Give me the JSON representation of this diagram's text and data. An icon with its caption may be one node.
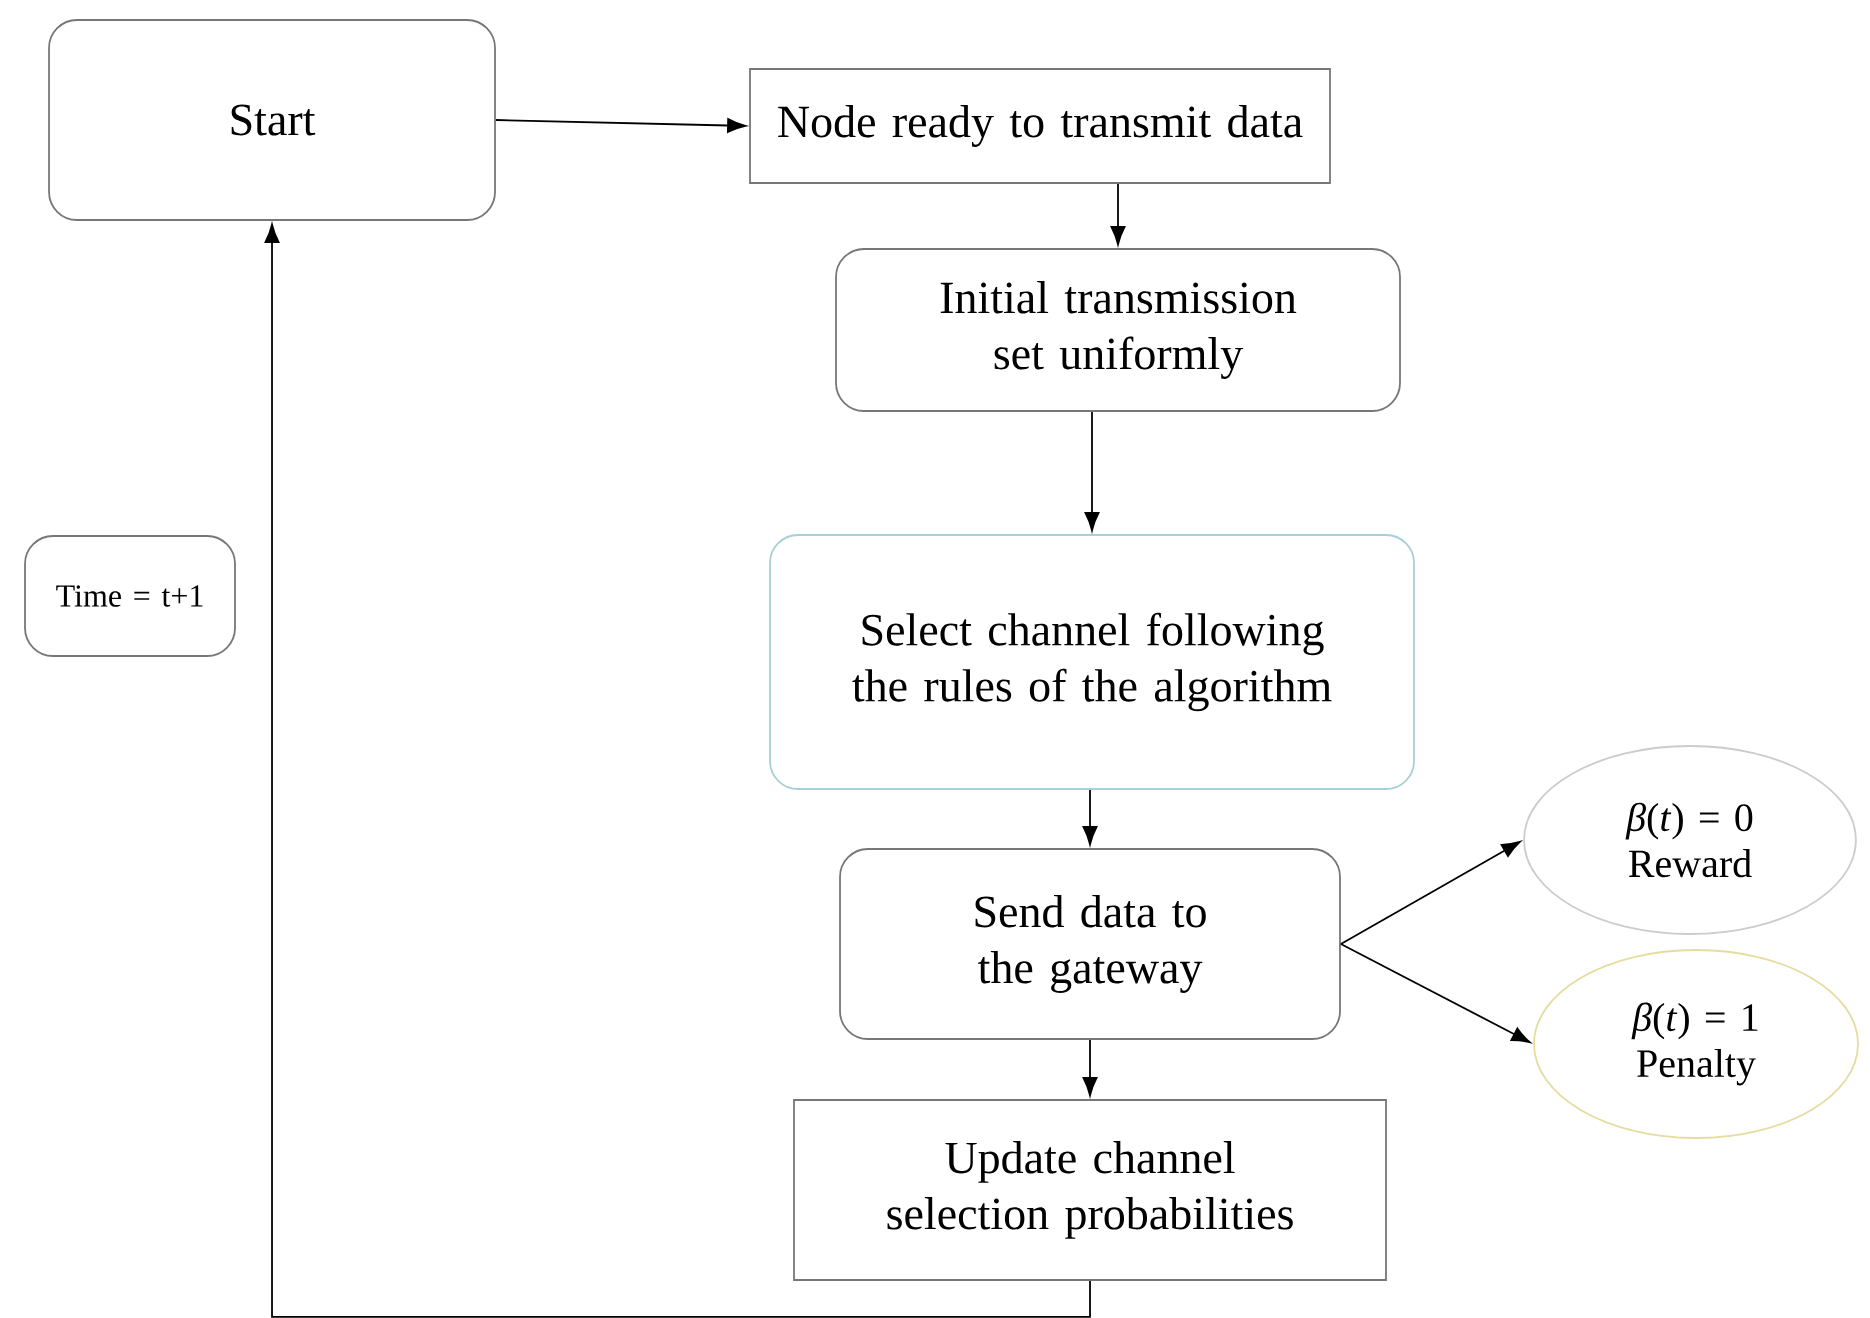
{
  "diagram": {
    "nodes": [
      {
        "text": [
          "Start"
        ]
      },
      {
        "text": [
          "Node ready to transmit data"
        ]
      },
      {
        "text": [
          "Initial transmission set uniformly"
        ]
      },
      {
        "text": [
          "Select channel following the rules of the algorithm"
        ]
      },
      {
        "text": [
          "Send data to the gateway"
        ]
      },
      {
        "text": [
          "*β*(*t*) = 0",
          "Reward"
        ]
      },
      {
        "text": [
          "*β*(*t*) = 1",
          "Penalty"
        ]
      },
      {
        "text": [
          "Update channel selection probabilities"
        ]
      },
      {
        "text": [
          "Time = t+1"
        ]
      }
    ],
    "edges": [
      {
        "from": 0,
        "to": 1,
        "arrow": "to"
      },
      {
        "from": 1,
        "to": 2,
        "arrow": "to"
      },
      {
        "from": 2,
        "to": 3,
        "arrow": "to"
      },
      {
        "from": 3,
        "to": 4,
        "arrow": "to"
      },
      {
        "from": 4,
        "to": 5,
        "arrow": "to"
      },
      {
        "from": 4,
        "to": 6,
        "arrow": "to"
      },
      {
        "from": 4,
        "to": 7,
        "arrow": "to"
      },
      {
        "from": 7,
        "to": 0,
        "arrow": "to"
      }
    ]
  }
}
